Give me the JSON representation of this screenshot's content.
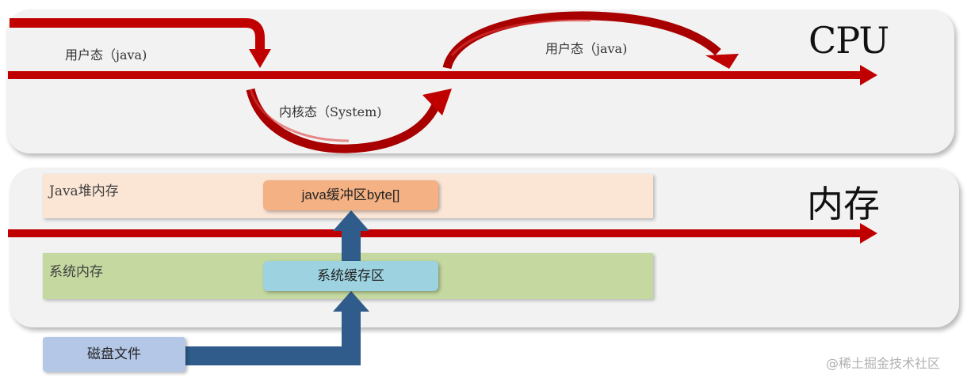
{
  "cpu": {
    "title": "CPU",
    "user_mode_1": "用户态（java)",
    "kernel_mode": "内核态（System)",
    "user_mode_2": "用户态（java)"
  },
  "memory": {
    "title": "内存",
    "java_heap_label": "Java堆内存",
    "java_buffer": "java缓冲区byte[]",
    "system_memory_label": "系统内存",
    "system_buffer": "系统缓存区"
  },
  "disk": {
    "label": "磁盘文件"
  },
  "watermark": "@稀土掘金技术社区",
  "colors": {
    "flow_red": "#c00000",
    "data_blue": "#2f5c8a",
    "panel_gray": "#f2f2f2",
    "java_heap_fill": "#fbe5d5",
    "java_buffer_fill": "#f4b183",
    "system_memory_fill": "#c4d8a0",
    "system_buffer_fill": "#9dd2e0",
    "disk_fill": "#b4c7e7"
  }
}
